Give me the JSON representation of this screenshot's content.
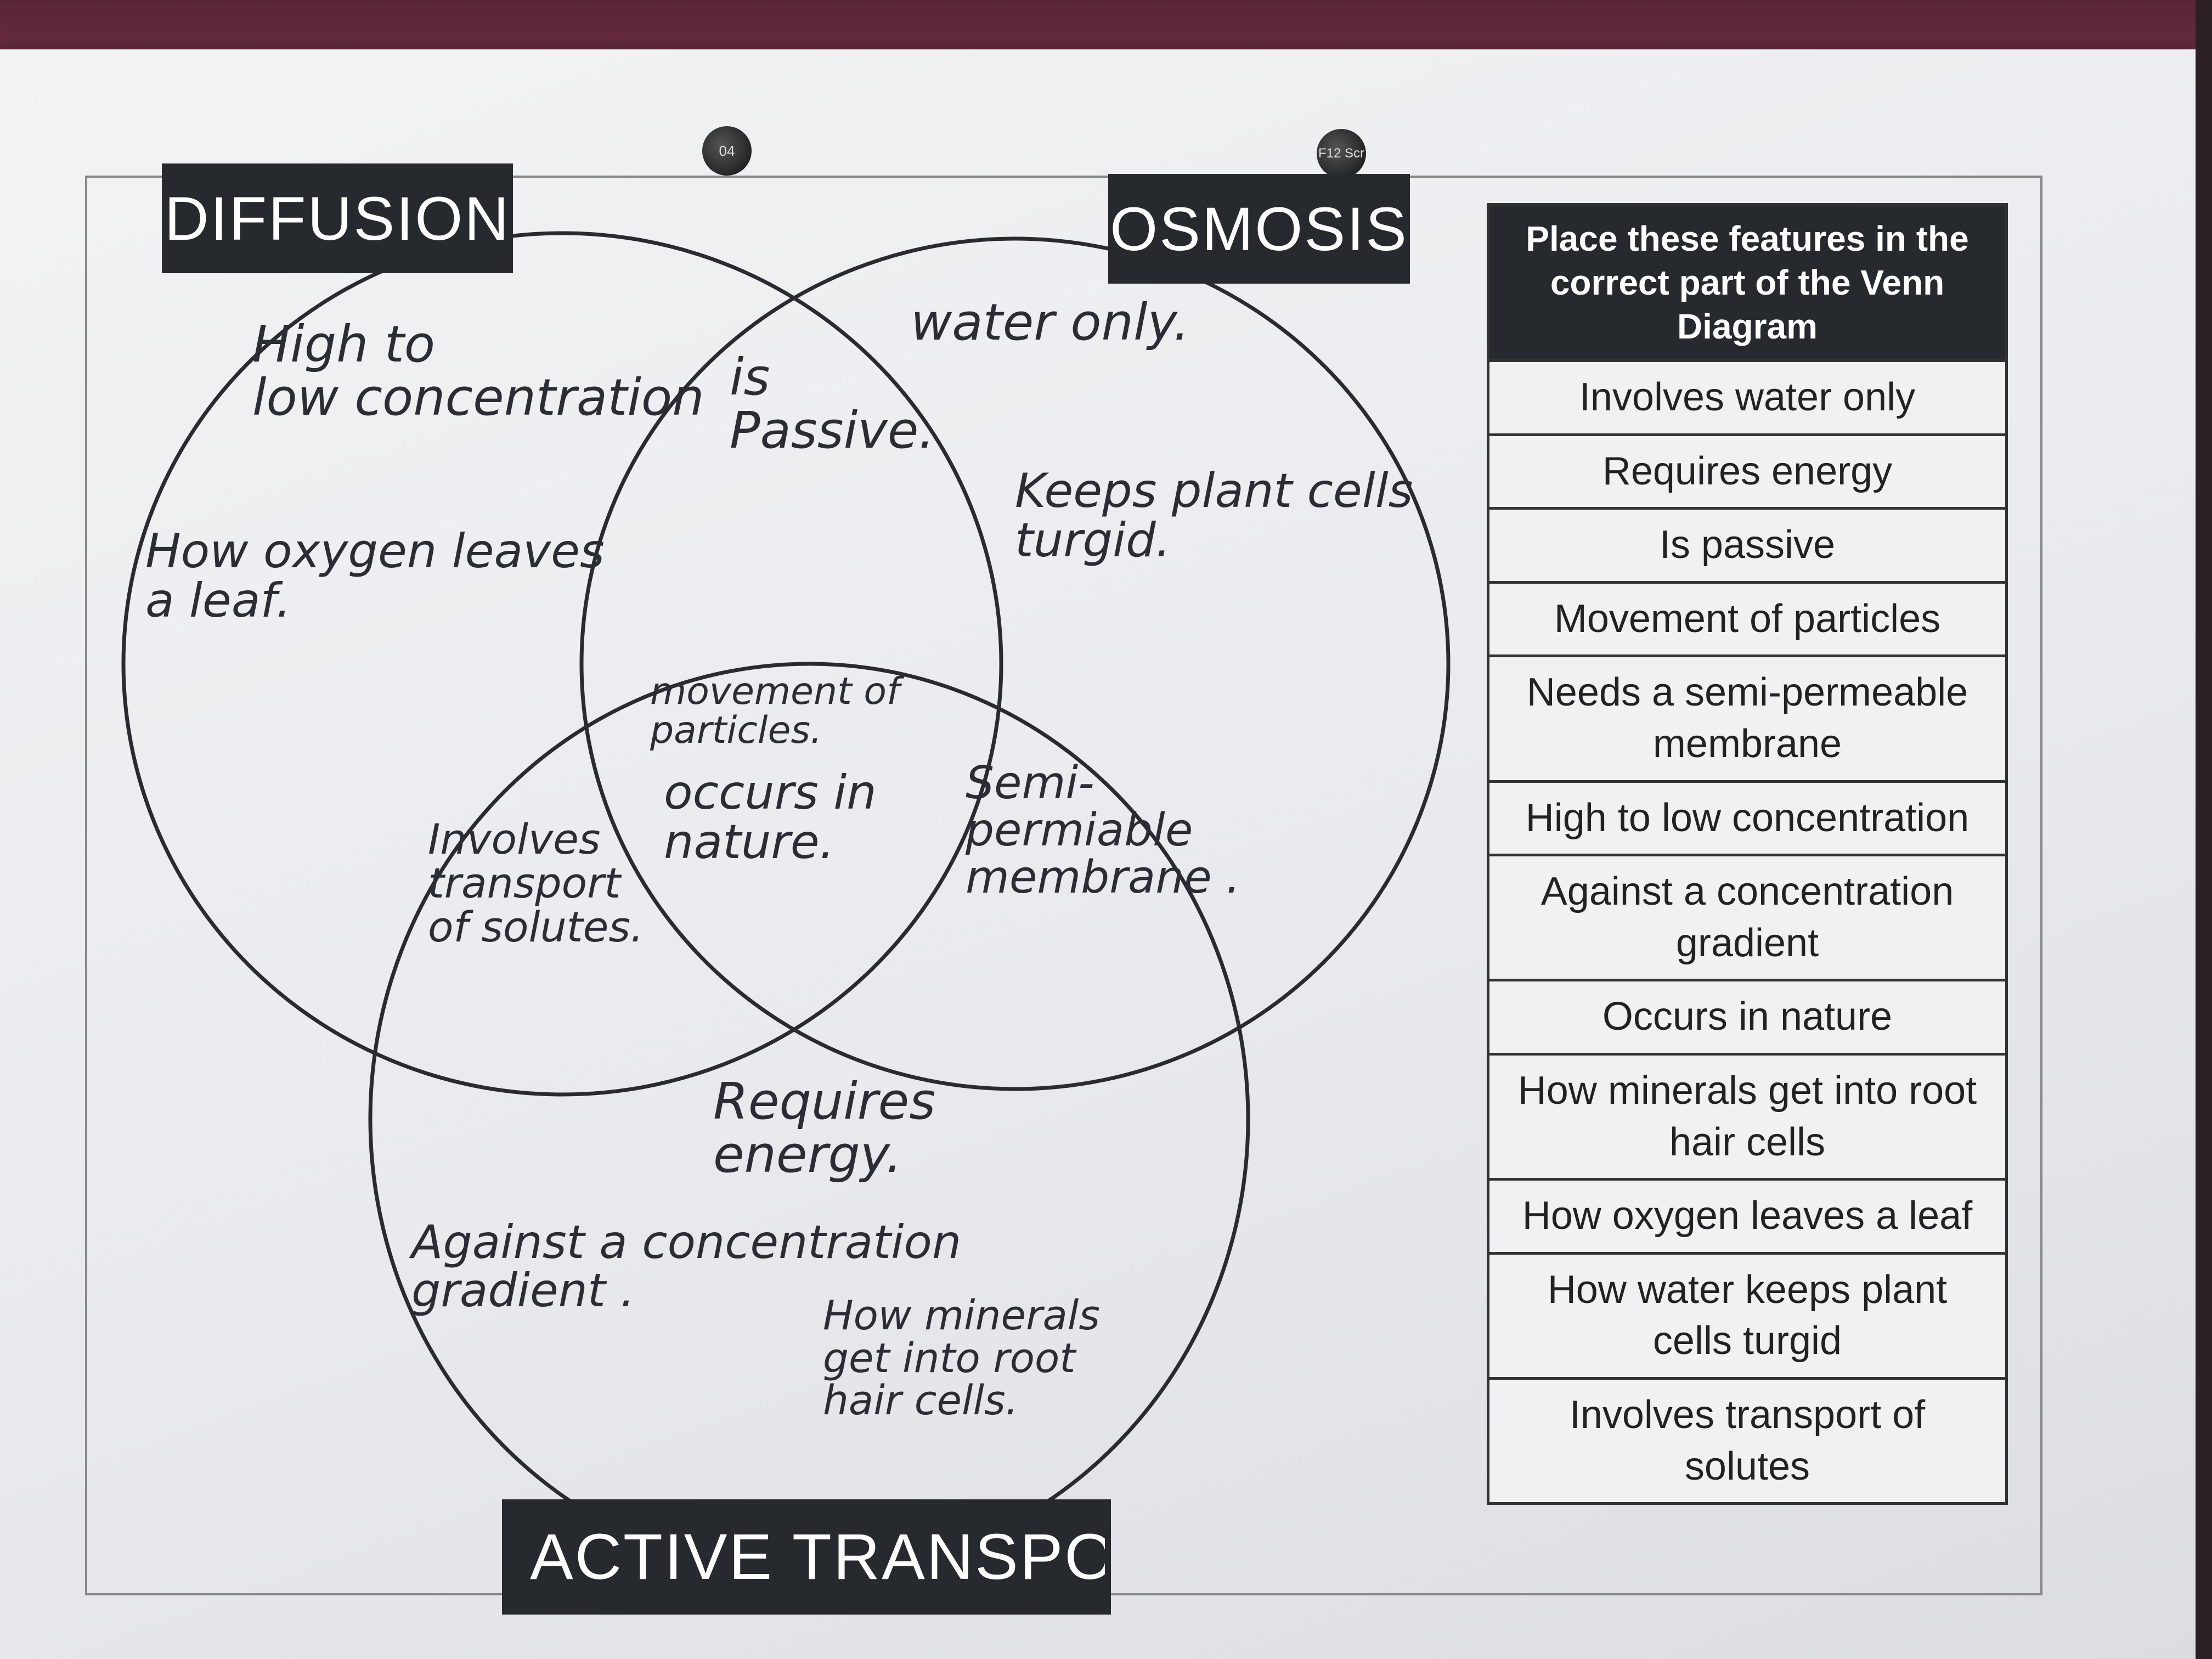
{
  "titles": {
    "diffusion": "DIFFUSION",
    "osmosis": "OSMOSIS",
    "active_transport": "ACTIVE TRANSPORT"
  },
  "handwriting": {
    "diffusion_only_1": "High to\nlow concentration",
    "diffusion_only_2": "How oxygen leaves\na leaf.",
    "diffusion_osmosis": "is\nPassive.",
    "osmosis_only_1": "water only.",
    "osmosis_only_2": "Keeps plant cells\nturgid.",
    "all_three_1": "movement of\nparticles.",
    "all_three_2": "occurs in\nnature.",
    "diffusion_active": "Involves\ntransport\nof solutes.",
    "osmosis_active": "Semi-\npermiable\nmembrane .",
    "active_only_1": "Requires\nenergy.",
    "active_only_2": "Against a concentration\ngradient .",
    "active_only_3": "How minerals\nget into root\nhair cells."
  },
  "table": {
    "header": "Place these features in the correct part of the Venn Diagram",
    "rows": [
      "Involves water only",
      "Requires energy",
      "Is passive",
      "Movement of particles",
      "Needs a semi-permeable membrane",
      "High to low concentration",
      "Against a concentration gradient",
      "Occurs in nature",
      "How minerals get into root hair cells",
      "How oxygen leaves a leaf",
      "How water keeps plant cells turgid",
      "Involves transport of solutes"
    ]
  },
  "pins": {
    "pin_left": "04",
    "pin_right": "F12 Scr"
  }
}
